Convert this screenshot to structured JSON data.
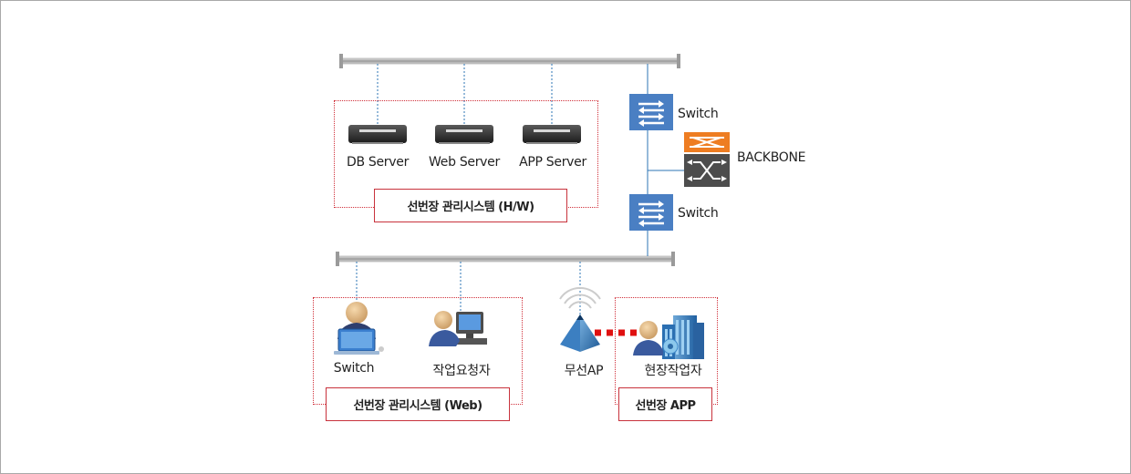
{
  "servers": [
    {
      "name": "db-server",
      "label": "DB Server"
    },
    {
      "name": "web-server",
      "label": "Web Server"
    },
    {
      "name": "app-server",
      "label": "APP Server"
    }
  ],
  "hw_group_title": "선번장 관리시스템 (H/W)",
  "web_group_title": "선번장 관리시스템 (Web)",
  "app_group_title": "선번장 APP",
  "switch_top_label": "Switch",
  "switch_bottom_label": "Switch",
  "backbone_label": "BACKBONE",
  "clients": {
    "admin_label": "Switch",
    "requester_label": "작업요청자",
    "ap_label": "무선AP",
    "worker_label": "현장작업자"
  },
  "colors": {
    "switch_blue": "#4a7fc3",
    "backbone_orange": "#ee7d22",
    "backbone_dark": "#4d4d4d",
    "group_border": "#d0303a",
    "link_blue": "#2e75b6"
  }
}
